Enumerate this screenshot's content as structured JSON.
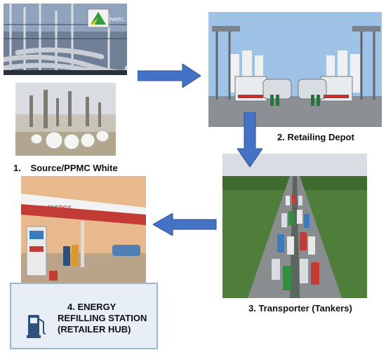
{
  "steps": {
    "source": {
      "number": "1.",
      "label": "Source/PPMC White",
      "logo_text": "NNPC"
    },
    "depot": {
      "label": "2. Retailing Depot"
    },
    "transporter": {
      "label": "3. Transporter (Tankers)"
    },
    "station": {
      "canopy_text": "OVH ENERGY",
      "title_lines": [
        "4. ENERGY",
        "REFILLING STATION",
        "(RETAILER HUB)"
      ]
    }
  },
  "colors": {
    "arrow": "#4472c4",
    "arrow_border": "#2f528f",
    "hub_fill": "#e8eef7",
    "hub_border": "#9fb4cf"
  },
  "icons": [
    "fuel-pump-icon",
    "right-arrow",
    "down-arrow",
    "left-arrow"
  ]
}
